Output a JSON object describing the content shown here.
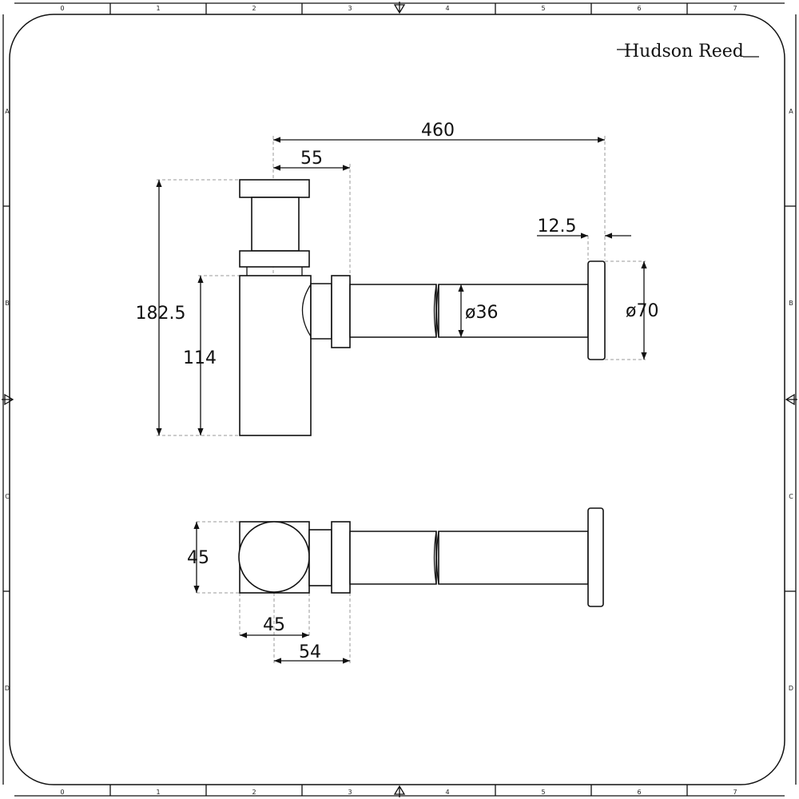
{
  "brand": {
    "name": "Hudson Reed"
  },
  "border": {
    "columns": [
      "0",
      "1",
      "2",
      "3",
      "4",
      "5",
      "6",
      "7"
    ],
    "rows": [
      "A",
      "B",
      "C",
      "D"
    ]
  },
  "side_view": {
    "overall_length": "460",
    "body_offset": "55",
    "overall_height": "182.5",
    "body_height": "114",
    "flange_thickness": "12.5",
    "pipe_diameter": "ø36",
    "flange_diameter": "ø70"
  },
  "top_view": {
    "body_depth": "45",
    "body_width": "45",
    "outlet_offset": "54"
  },
  "colors": {
    "line": "#111111",
    "dashed_extension": "#999999",
    "background": "#ffffff"
  }
}
